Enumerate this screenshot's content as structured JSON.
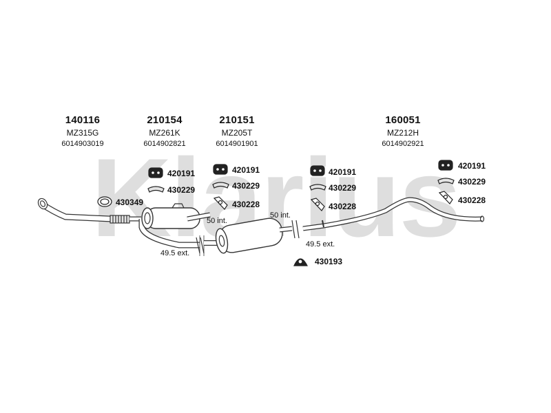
{
  "watermark": {
    "text": "Klarius",
    "color": "#dcdcdc"
  },
  "parts": [
    {
      "number": "140116",
      "code": "MZ315G",
      "sku": "6014903019"
    },
    {
      "number": "210154",
      "code": "MZ261K",
      "sku": "6014902821"
    },
    {
      "number": "210151",
      "code": "MZ205T",
      "sku": "6014901901"
    },
    {
      "number": "160051",
      "code": "MZ212H",
      "sku": "6014902921"
    }
  ],
  "fittings": {
    "clamp_front": "430349",
    "rubber_1": "420191",
    "bracket_1": "430229",
    "clamp_1": "430228",
    "rubber_2": "420191",
    "bracket_2": "430229",
    "clamp_2": "430228",
    "rubber_3": "420191",
    "bracket_3": "430229",
    "clamp_3": "430228",
    "rubber_4": "420191",
    "bracket_4": "430229",
    "clamp_4": "430228",
    "joint_clamp": "430193"
  },
  "dimensions": {
    "left_int": "50 int.",
    "left_ext": "49.5 ext.",
    "right_int": "50 int.",
    "right_ext": "49.5 ext."
  }
}
